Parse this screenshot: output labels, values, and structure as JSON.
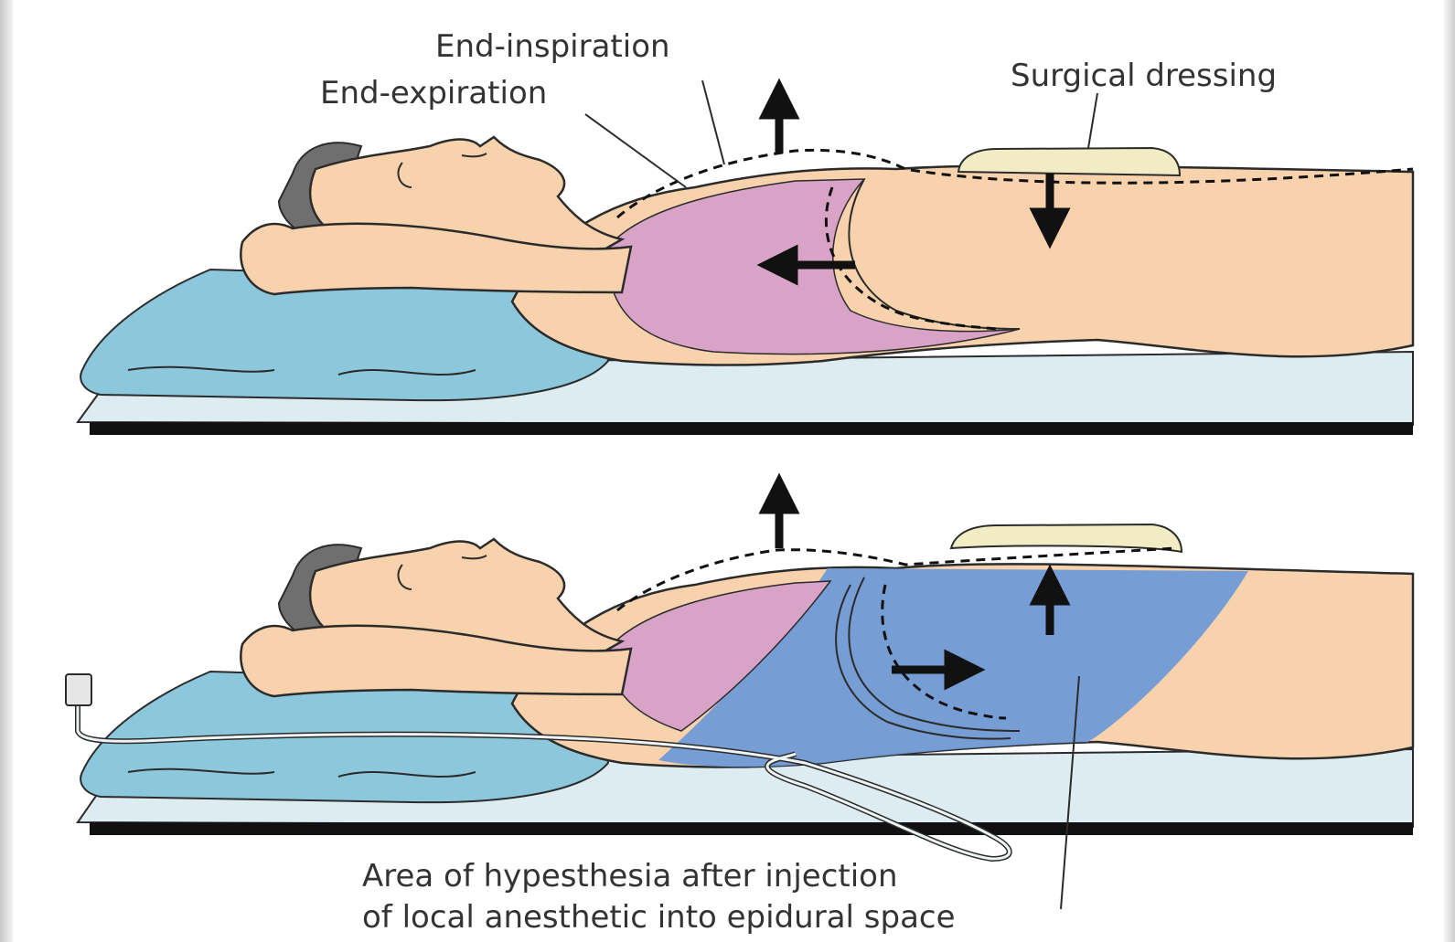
{
  "labels": {
    "end_inspiration": "End-inspiration",
    "end_expiration": "End-expiration",
    "surgical_dressing": "Surgical dressing",
    "hypesthesia_line1": "Area of hypesthesia after injection",
    "hypesthesia_line2": "of local anesthetic into epidural space"
  },
  "colors": {
    "skin": "#f7d2ac",
    "outline": "#2b2b2b",
    "hair": "#6f6f6f",
    "pillow": "#8cc7db",
    "mattress": "#dcecf1",
    "lung": "#d9a3c8",
    "hypesthesia": "#6f9ad6",
    "dressing": "#f2ecc4",
    "table": "#111111"
  }
}
